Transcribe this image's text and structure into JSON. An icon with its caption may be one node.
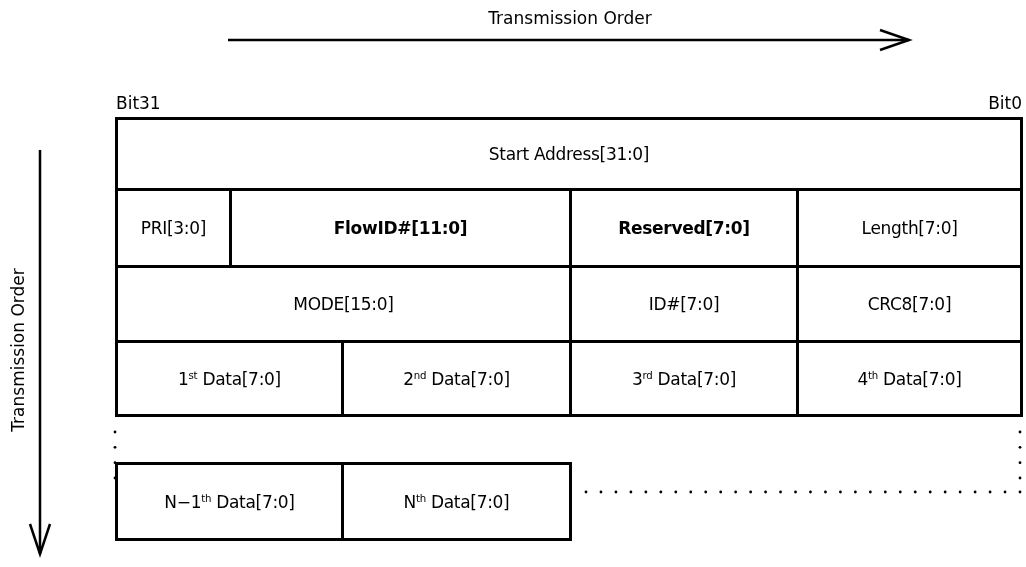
{
  "diagram": {
    "nodes": [
      {
        "text": [
          "Start Address[31:0]"
        ]
      },
      {
        "text": [
          "PRI[3:0]"
        ]
      },
      {
        "text": [
          "FlowID#[11:0]"
        ]
      },
      {
        "text": [
          "Reserved[7:0]"
        ]
      },
      {
        "text": [
          "Length[7:0]"
        ]
      },
      {
        "text": [
          "MODE[15:0]"
        ]
      },
      {
        "text": [
          "ID#[7:0]"
        ]
      },
      {
        "text": [
          "CRC8[7:0]"
        ]
      },
      {
        "text": [
          "1$^{st}$ Data[7:0]"
        ]
      },
      {
        "text": [
          "2$^{nd}$ Data[7:0]"
        ]
      },
      {
        "text": [
          "3$^{rd}$ Data[7:0]"
        ]
      },
      {
        "text": [
          "4$^{th}$ Data[7:0]"
        ]
      },
      {
        "text": [
          "N−1$^{th}$ Data[7:0]"
        ]
      },
      {
        "text": [
          "N$^{th}$ Data[7:0]"
        ]
      }
    ],
    "labels": [
      "Transmission Order",
      "Bit31",
      "Bit0",
      "Transmission Order"
    ]
  }
}
